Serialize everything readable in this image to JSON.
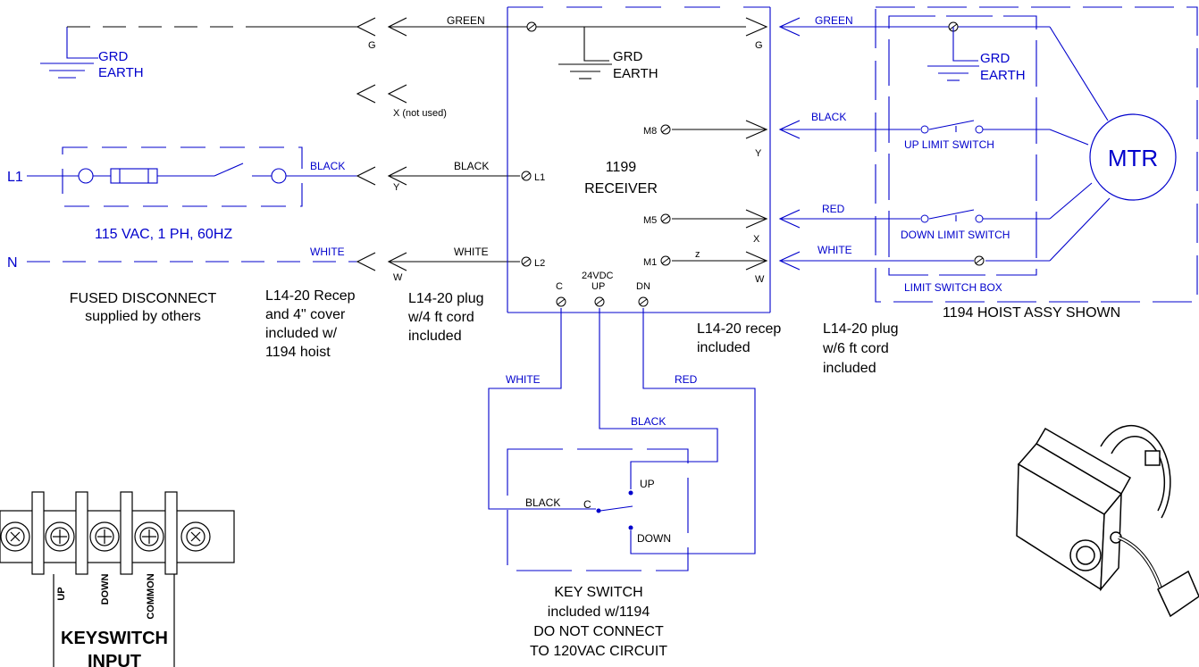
{
  "colors": {
    "wire": "#0000cc",
    "ink": "#000000",
    "background": "#ffffff"
  },
  "icons": [
    "terminal-screw-icon",
    "fuse-icon",
    "ground-icon",
    "plug-connector-icon",
    "receiver-box-icon",
    "keyswitch-terminal-block-icon",
    "hoist-motor-box-icon"
  ],
  "wires": {
    "green": "GREEN",
    "black": "BLACK",
    "white": "WHITE",
    "red": "RED"
  },
  "ground": {
    "grd": "GRD",
    "earth": "EARTH"
  },
  "lines": {
    "l1": "L1",
    "n": "N"
  },
  "plug_pins": {
    "g": "G",
    "x_not_used": "X (not used)",
    "y": "Y",
    "w": "W",
    "x": "X",
    "z": "z"
  },
  "disconnect": {
    "voltage": "115 VAC, 1 PH, 60HZ",
    "title": "FUSED DISCONNECT",
    "subtitle": "supplied by others"
  },
  "notes": {
    "recep_1194": [
      "L14-20 Recep",
      "and 4\" cover",
      "included w/",
      "1194 hoist"
    ],
    "plug_4ft": [
      "L14-20 plug",
      "w/4 ft cord",
      "included"
    ],
    "recep_included": [
      "L14-20 recep",
      "included"
    ],
    "plug_6ft": [
      "L14-20 plug",
      "w/6 ft cord",
      "included"
    ]
  },
  "receiver": {
    "model": "1199",
    "name": "RECEIVER",
    "terminals": {
      "l1": "L1",
      "l2": "L2",
      "m8": "M8",
      "m5": "M5",
      "m1": "M1",
      "c": "C",
      "up": "UP",
      "dn": "DN",
      "vdc": "24VDC"
    }
  },
  "hoist": {
    "motor": "MTR",
    "up_limit": "UP LIMIT SWITCH",
    "down_limit": "DOWN LIMIT SWITCH",
    "limit_box": "LIMIT SWITCH BOX",
    "caption": "1194  HOIST ASSY SHOWN"
  },
  "keyswitch": {
    "c": "C",
    "up": "UP",
    "down": "DOWN",
    "caption": [
      "KEY SWITCH",
      "included w/1194",
      "DO NOT CONNECT",
      "TO 120VAC CIRCUIT"
    ]
  },
  "terminal_block": {
    "up": "UP",
    "down": "DOWN",
    "common": "COMMON",
    "title": "KEYSWITCH",
    "subtitle": "INPUT"
  }
}
